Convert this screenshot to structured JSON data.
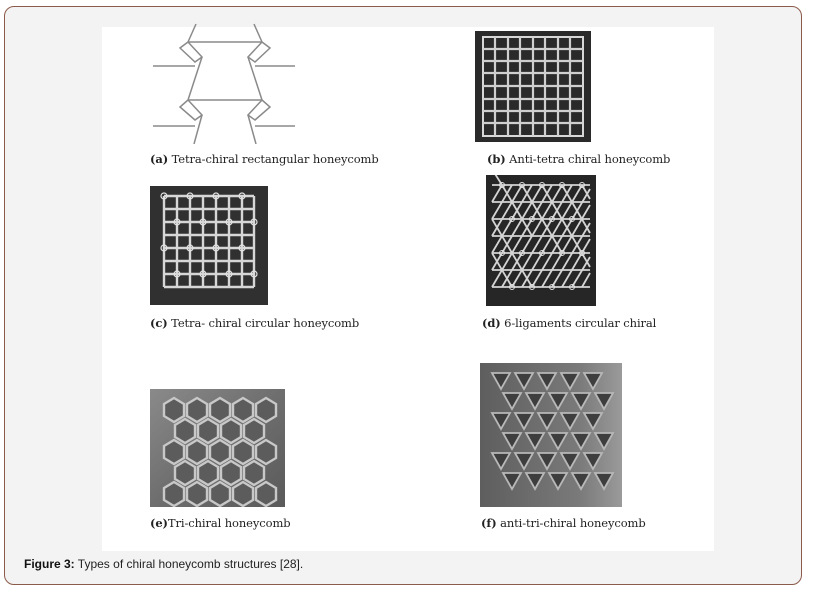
{
  "figure": {
    "label": "Figure 3:",
    "caption": " Types of chiral honeycomb structures [28].",
    "panels": [
      {
        "id": "a",
        "tag": "(a)",
        "title": "  Tetra-chiral rectangular honeycomb"
      },
      {
        "id": "b",
        "tag": "(b)",
        "title": " Anti-tetra chiral honeycomb"
      },
      {
        "id": "c",
        "tag": "(c)",
        "title": " Tetra- chiral circular honeycomb"
      },
      {
        "id": "d",
        "tag": "(d)",
        "title": " 6-ligaments circular chiral"
      },
      {
        "id": "e",
        "tag": "(e)",
        "title": "Tri-chiral honeycomb"
      },
      {
        "id": "f",
        "tag": "(f)",
        "title": " anti-tri-chiral honeycomb"
      }
    ]
  },
  "colors": {
    "frame_border": "#8b5a4a",
    "frame_bg": "#f3f3f3",
    "figure_bg": "#ffffff"
  }
}
